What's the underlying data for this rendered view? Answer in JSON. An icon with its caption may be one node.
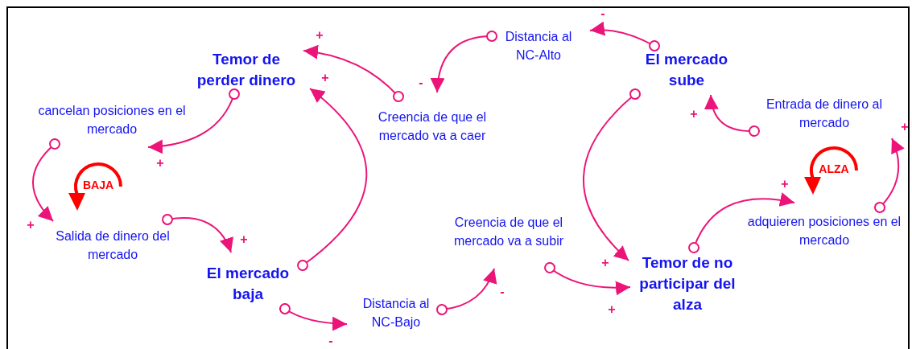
{
  "diagram": {
    "nodes": [
      {
        "text": [
          "Temor de perder dinero"
        ]
      },
      {
        "text": [
          "cancelan posiciones en el mercado"
        ]
      },
      {
        "text": [
          "Salida de dinero del mercado"
        ]
      },
      {
        "text": [
          "El mercado baja"
        ]
      },
      {
        "text": [
          "Distancia al NC-Bajo"
        ]
      },
      {
        "text": [
          "Creencia de que el mercado va a subir"
        ]
      },
      {
        "text": [
          "Temor de no participar del alza"
        ]
      },
      {
        "text": [
          "adquieren posiciones en el mercado"
        ]
      },
      {
        "text": [
          "Entrada de dinero al mercado"
        ]
      },
      {
        "text": [
          "El mercado sube"
        ]
      },
      {
        "text": [
          "Distancia al NC-Alto"
        ]
      },
      {
        "text": [
          "Creencia de que el mercado va a caer"
        ]
      }
    ],
    "edges": [
      {
        "from": 0,
        "to": 1,
        "arrow": "to",
        "label": "+"
      },
      {
        "from": 1,
        "to": 2,
        "arrow": "to",
        "label": "+"
      },
      {
        "from": 2,
        "to": 3,
        "arrow": "to",
        "label": "+"
      },
      {
        "from": 3,
        "to": 0,
        "arrow": "to",
        "label": "+"
      },
      {
        "from": 3,
        "to": 4,
        "arrow": "to",
        "label": "-"
      },
      {
        "from": 4,
        "to": 5,
        "arrow": "to",
        "label": "-"
      },
      {
        "from": 5,
        "to": 6,
        "arrow": "to",
        "label": "+"
      },
      {
        "from": 6,
        "to": 7,
        "arrow": "to",
        "label": "+"
      },
      {
        "from": 7,
        "to": 8,
        "arrow": "to",
        "label": "+"
      },
      {
        "from": 8,
        "to": 9,
        "arrow": "to",
        "label": "+"
      },
      {
        "from": 9,
        "to": 10,
        "arrow": "to",
        "label": "-"
      },
      {
        "from": 10,
        "to": 11,
        "arrow": "to",
        "label": "-"
      },
      {
        "from": 11,
        "to": 0,
        "arrow": "to",
        "label": "+"
      },
      {
        "from": 9,
        "to": 6,
        "arrow": "to",
        "label": "+"
      }
    ],
    "labels": [
      "BAJA",
      "ALZA"
    ]
  }
}
